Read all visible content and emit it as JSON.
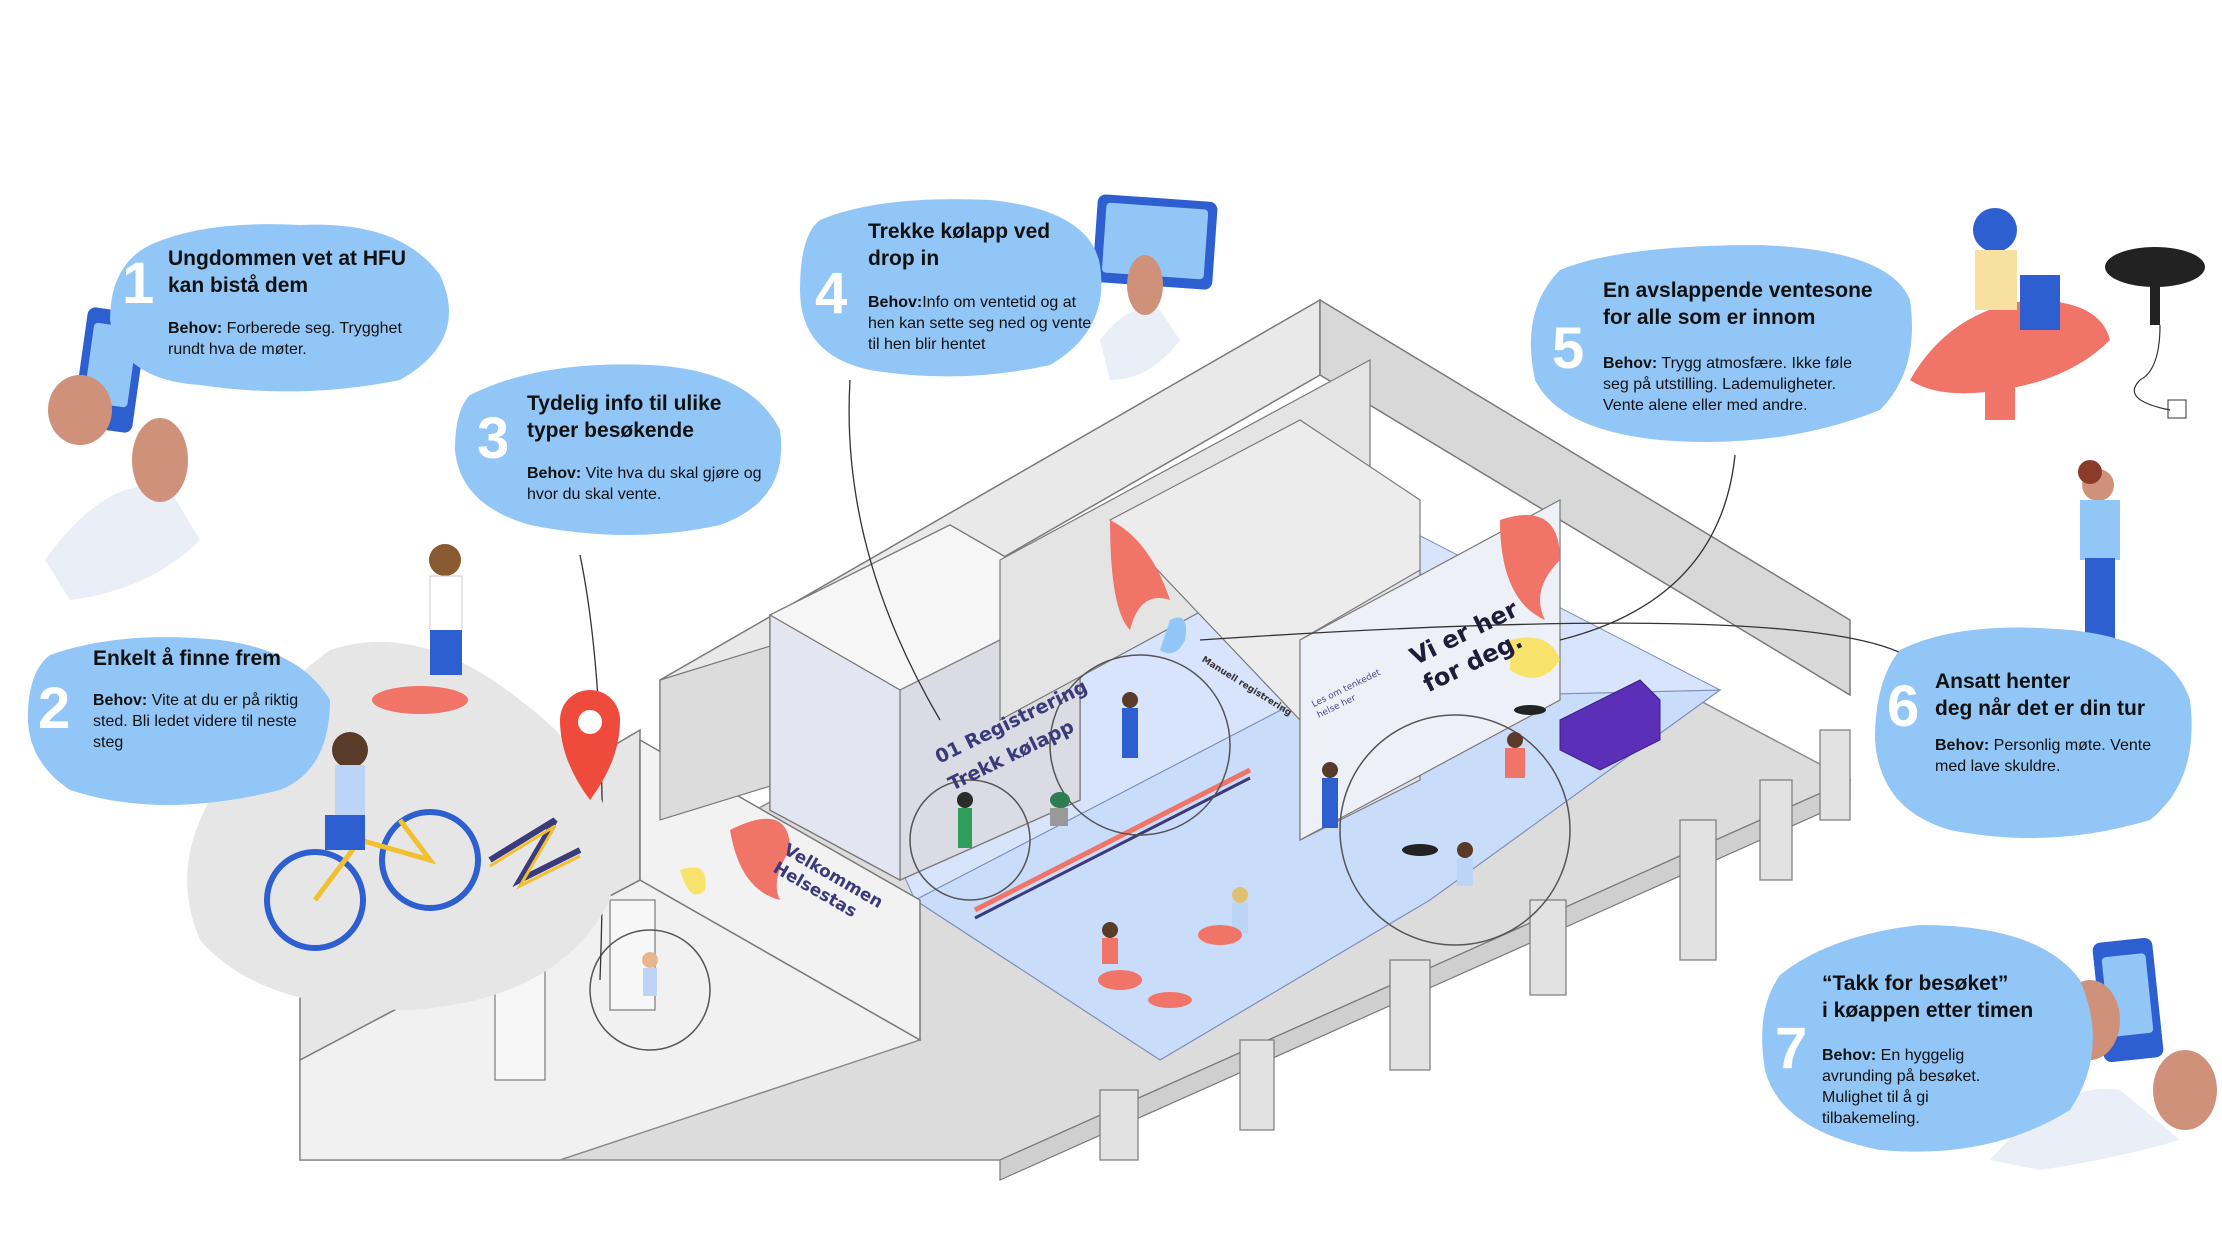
{
  "steps": [
    {
      "number": "1",
      "title": "Ungdommen vet at HFU\nkan bistå dem",
      "need_label": "Behov:",
      "need_text": " Forberede seg. Trygghet rundt hva de møter."
    },
    {
      "number": "2",
      "title": "Enkelt å finne frem",
      "need_label": "Behov:",
      "need_text": " Vite at du er på riktig sted. Bli ledet videre til neste steg"
    },
    {
      "number": "3",
      "title": "Tydelig info til ulike\ntyper besøkende",
      "need_label": "Behov:",
      "need_text": " Vite hva du skal gjøre og hvor du skal vente."
    },
    {
      "number": "4",
      "title": "Trekke kølapp ved\ndrop in",
      "need_label": "Behov:",
      "need_text": "Info om ventetid og at hen kan sette seg ned og vente til hen blir hentet"
    },
    {
      "number": "5",
      "title": "En avslappende ventesone\nfor alle som er innom",
      "need_label": "Behov:",
      "need_text": " Trygg atmosfære. Ikke føle seg på utstilling. Lademuligheter. Vente alene eller med andre."
    },
    {
      "number": "6",
      "title": "Ansatt henter\ndeg når det er din tur",
      "need_label": "Behov:",
      "need_text": " Personlig møte. Vente med lave skuldre."
    },
    {
      "number": "7",
      "title": "“Takk for besøket”\ni køappen etter timen",
      "need_label": "Behov:",
      "need_text": " En hyggelig avrunding på besøket. Mulighet til å gi tilbakemeling."
    }
  ],
  "signs": {
    "welcome": "Velkommen\nHelsestas",
    "registration": "01 Registrering\nTrekk kølapp",
    "here_for_you": "Vi er her\nfor deg.",
    "manual_registration": "Manuell registrering",
    "qr_hint": "Les om tenkedet\nhelse her"
  },
  "colors": {
    "bubble": "#92c6f7",
    "floor": "#c9dcfa",
    "wall": "#e9e9ea",
    "coral": "#f07467",
    "accent_blue": "#2d5fd1",
    "purple": "#5b2fb8",
    "yellow": "#f7e36b"
  }
}
